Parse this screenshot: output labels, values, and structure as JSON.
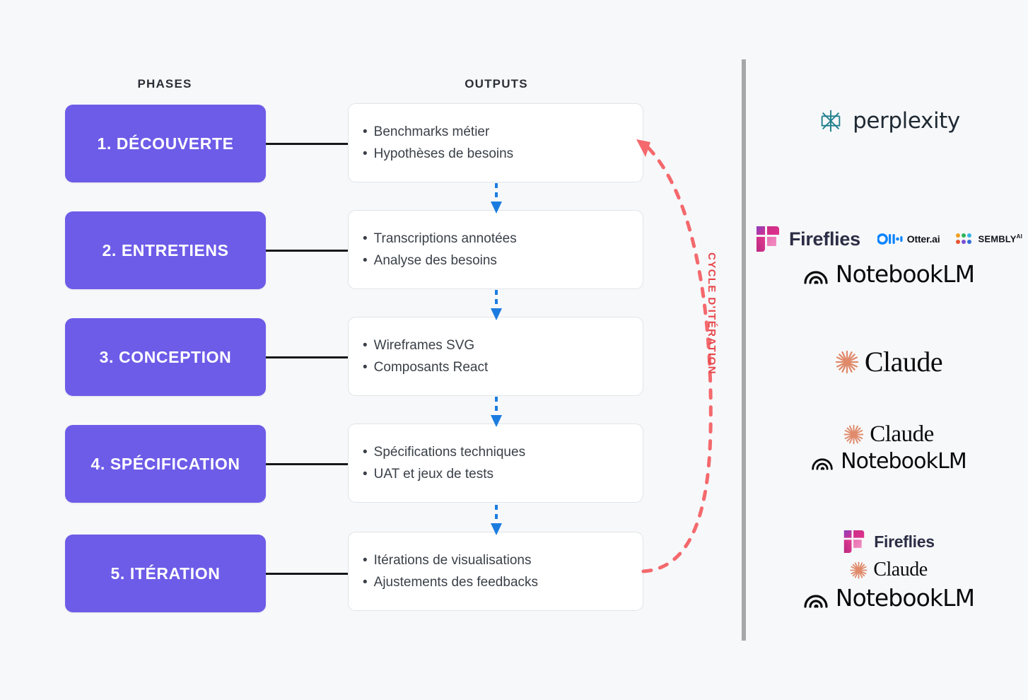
{
  "headers": {
    "phases": "PHASES",
    "outputs": "OUTPUTS"
  },
  "phases": [
    {
      "label": "1. DÉCOUVERTE"
    },
    {
      "label": "2. ENTRETIENS"
    },
    {
      "label": "3. CONCEPTION"
    },
    {
      "label": "4. SPÉCIFICATION"
    },
    {
      "label": "5. ITÉRATION"
    }
  ],
  "outputs": [
    {
      "lines": [
        "Benchmarks métier",
        "Hypothèses de besoins"
      ]
    },
    {
      "lines": [
        "Transcriptions annotées",
        "Analyse des besoins"
      ]
    },
    {
      "lines": [
        "Wireframes SVG",
        "Composants React"
      ]
    },
    {
      "lines": [
        "Spécifications techniques",
        "UAT et jeux de tests"
      ]
    },
    {
      "lines": [
        "Itérations de visualisations",
        "Ajustements des feedbacks"
      ]
    }
  ],
  "cycle": {
    "label": "CYCLE D'ITÉRATION",
    "color": "#e8474b"
  },
  "tools": [
    {
      "rows": [
        {
          "items": [
            {
              "name": "perplexity",
              "label": "perplexity"
            }
          ]
        }
      ]
    },
    {
      "rows": [
        {
          "items": [
            {
              "name": "fireflies",
              "label": "Fireflies"
            },
            {
              "name": "otter",
              "label": "Otter.ai"
            },
            {
              "name": "sembly",
              "label": "SEMBLY",
              "sup": "AI"
            }
          ]
        },
        {
          "items": [
            {
              "name": "notebooklm",
              "label": "NotebookLM"
            }
          ]
        }
      ]
    },
    {
      "rows": [
        {
          "items": [
            {
              "name": "claude",
              "label": "Claude"
            }
          ]
        }
      ]
    },
    {
      "rows": [
        {
          "items": [
            {
              "name": "claude",
              "label": "Claude"
            }
          ]
        },
        {
          "items": [
            {
              "name": "notebooklm",
              "label": "NotebookLM"
            }
          ]
        }
      ]
    },
    {
      "rows": [
        {
          "items": [
            {
              "name": "fireflies",
              "label": "Fireflies"
            }
          ]
        },
        {
          "items": [
            {
              "name": "claude",
              "label": "Claude"
            }
          ]
        },
        {
          "items": [
            {
              "name": "notebooklm",
              "label": "NotebookLM"
            }
          ]
        }
      ]
    }
  ],
  "colors": {
    "background": "#f7f8fa",
    "phase_box": "#6d5ce8",
    "phase_text": "#ffffff",
    "output_box": "#ffffff",
    "output_border": "#dfe5e8",
    "output_text": "#3a4048",
    "connector": "#15181c",
    "flow_arrow": "#1b7ce0",
    "cycle": "#e8474b",
    "divider": "#a5a7aa",
    "perplexity": "#20808d",
    "fireflies_pink": "#d6308f",
    "fireflies_purple": "#8b3fbf",
    "otter_blue": "#0a84ff",
    "claude_orange": "#e08a6b",
    "notebooklm": "#0a0a0a"
  }
}
